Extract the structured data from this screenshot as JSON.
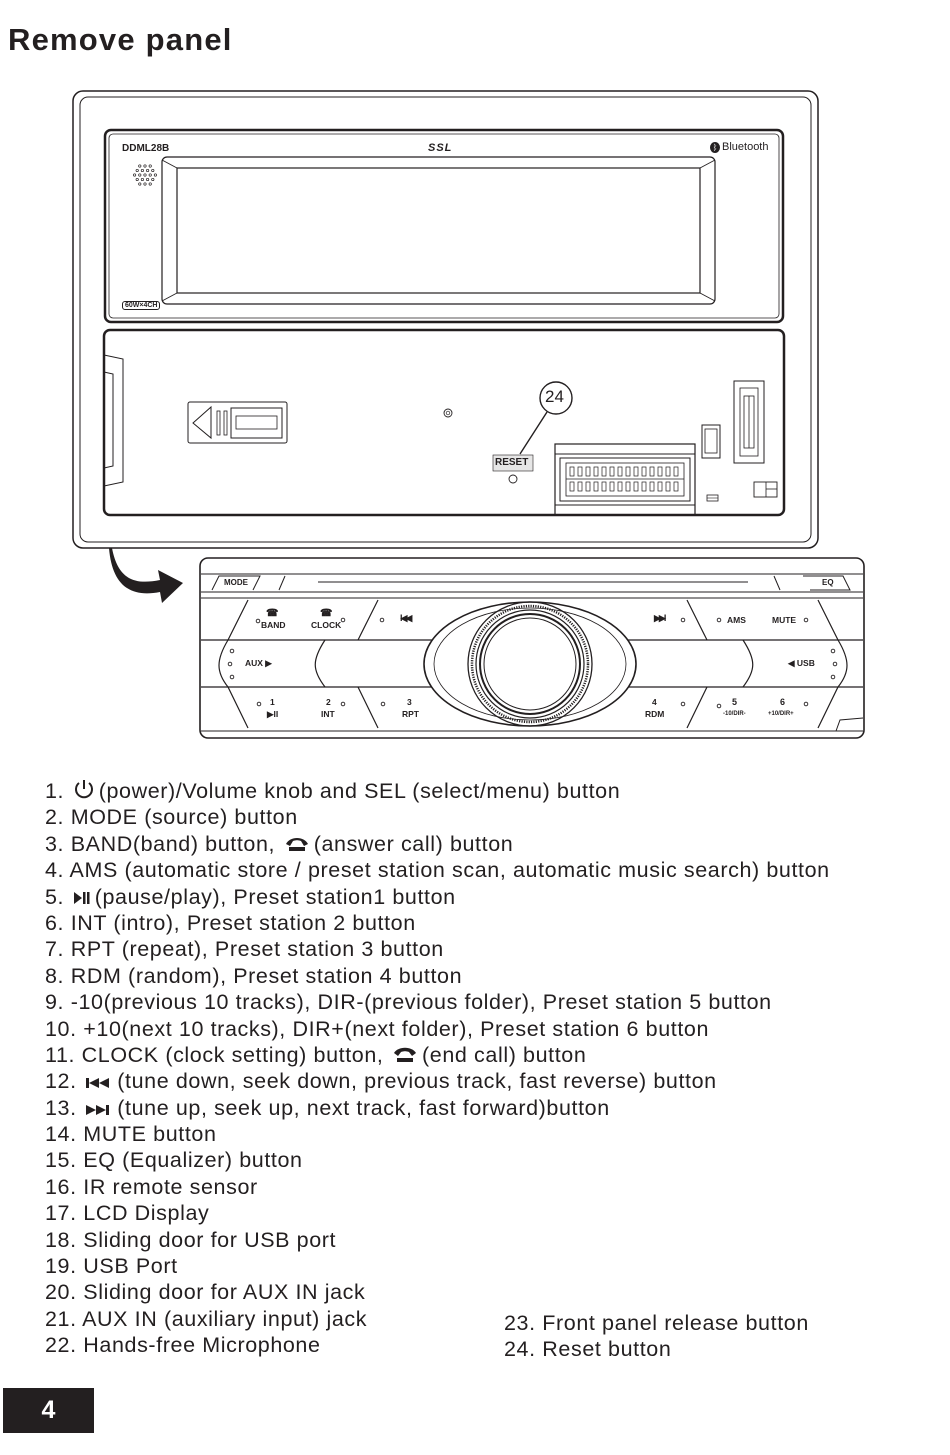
{
  "page": {
    "title": "Remove panel",
    "page_number": "4"
  },
  "unit_chassis": {
    "model": "DDML28B",
    "brand": "SSL",
    "bluetooth_label": "Bluetooth",
    "power_badge": "60W×4CH",
    "reset_label": "RESET",
    "callout_number": "24"
  },
  "front_panel": {
    "buttons": {
      "mode": "MODE",
      "eq": "EQ",
      "band": "BAND",
      "clock": "CLOCK",
      "ams": "AMS",
      "mute": "MUTE",
      "aux": "AUX ▶",
      "usb": "◀ USB",
      "preset1_num": "1",
      "preset1_sub": "▶II",
      "preset2_num": "2",
      "preset2_sub": "INT",
      "preset3_num": "3",
      "preset3_sub": "RPT",
      "preset4_num": "4",
      "preset4_sub": "RDM",
      "preset5_num": "5",
      "preset5_sub": "-10/DIR-",
      "preset6_num": "6",
      "preset6_sub": "+10/DIR+",
      "prev_icon": "prev-track-icon",
      "next_icon": "next-track-icon"
    }
  },
  "legend": [
    {
      "num": "1.",
      "icon": "power-icon",
      "text": "(power)/Volume knob and SEL (select/menu) button"
    },
    {
      "num": "2.",
      "text": "MODE (source) button"
    },
    {
      "num": "3.",
      "pre": "BAND(band) button,",
      "icon": "answer-call-icon",
      "text": "(answer call) button"
    },
    {
      "num": "4.",
      "text": "AMS (automatic store / preset station scan, automatic music search) button"
    },
    {
      "num": "5.",
      "icon": "play-pause-icon",
      "text": "(pause/play), Preset station1 button"
    },
    {
      "num": "6.",
      "text": "INT (intro), Preset station 2 button"
    },
    {
      "num": "7.",
      "text": "RPT (repeat), Preset station 3 button"
    },
    {
      "num": "8.",
      "text": "RDM (random), Preset station 4 button"
    },
    {
      "num": "9.",
      "text": "-10(previous 10 tracks), DIR-(previous folder), Preset station 5 button"
    },
    {
      "num": "10.",
      "text": "+10(next 10 tracks), DIR+(next folder), Preset station 6 button"
    },
    {
      "num": "11.",
      "pre": "CLOCK (clock setting) button,",
      "icon": "end-call-icon",
      "text": "(end call) button"
    },
    {
      "num": "12.",
      "icon": "prev-track-icon",
      "text": "(tune down, seek down, previous track, fast reverse) button"
    },
    {
      "num": "13.",
      "icon": "next-track-icon",
      "text": "(tune up, seek up, next track, fast forward)button"
    },
    {
      "num": "14.",
      "text": "MUTE button"
    },
    {
      "num": "15.",
      "text": "EQ  (Equalizer) button"
    },
    {
      "num": "16.",
      "text": "IR remote sensor"
    },
    {
      "num": "17.",
      "text": "LCD Display"
    },
    {
      "num": "18.",
      "text": "Sliding door for USB port"
    },
    {
      "num": "19.",
      "text": "USB Port"
    },
    {
      "num": "20.",
      "text": "Sliding door for AUX IN jack"
    },
    {
      "num": "21.",
      "text": "AUX IN (auxiliary input) jack"
    },
    {
      "num": "22.",
      "text": "Hands-free Microphone"
    }
  ],
  "legend_right": [
    {
      "num": "23.",
      "text": "Front panel release button"
    },
    {
      "num": "24.",
      "text": "Reset button"
    }
  ]
}
